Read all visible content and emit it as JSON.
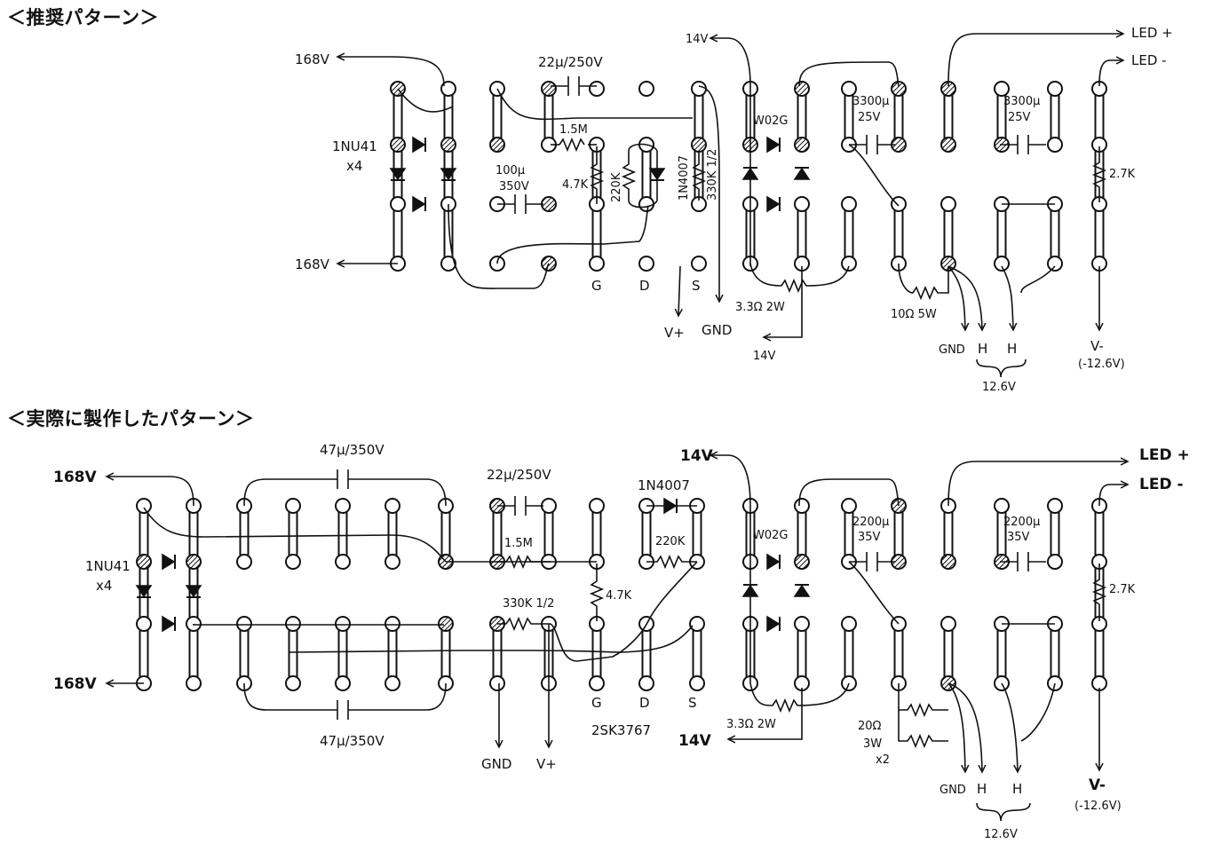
{
  "headings": {
    "top": "＜推奨パターン＞",
    "bottom": "＜実際に製作したパターン＞"
  },
  "top": {
    "v168_top": "168V",
    "v168_bottom": "168V",
    "diode_name": "1NU41",
    "diode_count": "x4",
    "cap_22": "22μ/250V",
    "cap_100": "100μ",
    "cap_100_v": "350V",
    "r_1_5m": "1.5M",
    "r_4_7k": "4.7K",
    "r_220k": "220K",
    "d_1n4007": "1N4007",
    "r_330k": "330K 1/2",
    "pin_g": "G",
    "pin_d": "D",
    "pin_s": "S",
    "v_plus": "V+",
    "gnd_left": "GND",
    "v14_top": "14V",
    "v14_bottom": "14V",
    "bridge": "W02G",
    "r_3_3": "3.3Ω 2W",
    "cap_3300_a": "3300μ",
    "cap_3300_a_v": "25V",
    "cap_3300_b": "3300μ",
    "cap_3300_b_v": "25V",
    "r_10": "10Ω 5W",
    "gnd_right": "GND",
    "h1": "H",
    "h2": "H",
    "heater_v": "12.6V",
    "led_plus": "LED +",
    "led_minus": "LED -",
    "r_2_7k": "2.7K",
    "v_minus": "V-",
    "v_minus_val": "(-12.6V)"
  },
  "bottom": {
    "v168_top": "168V",
    "v168_bottom": "168V",
    "diode_name": "1NU41",
    "diode_count": "x4",
    "cap_47_top": "47μ/350V",
    "cap_47_bottom": "47μ/350V",
    "cap_22": "22μ/250V",
    "r_1_5m": "1.5M",
    "r_330k": "330K 1/2",
    "r_4_7k": "4.7K",
    "d_1n4007": "1N4007",
    "r_220k": "220K",
    "pin_g": "G",
    "pin_d": "D",
    "pin_s": "S",
    "fet": "2SK3767",
    "gnd_left": "GND",
    "v_plus": "V+",
    "v14_top": "14V",
    "v14_bottom": "14V",
    "bridge": "W02G",
    "r_3_3": "3.3Ω 2W",
    "cap_2200_a": "2200μ",
    "cap_2200_a_v": "35V",
    "cap_2200_b": "2200μ",
    "cap_2200_b_v": "35V",
    "r_20": "20Ω",
    "r_20_w": "3W",
    "r_20_count": "x2",
    "gnd_right": "GND",
    "h1": "H",
    "h2": "H",
    "heater_v": "12.6V",
    "led_plus": "LED +",
    "led_minus": "LED -",
    "r_2_7k": "2.7K",
    "v_minus": "V-",
    "v_minus_val": "(-12.6V)"
  }
}
